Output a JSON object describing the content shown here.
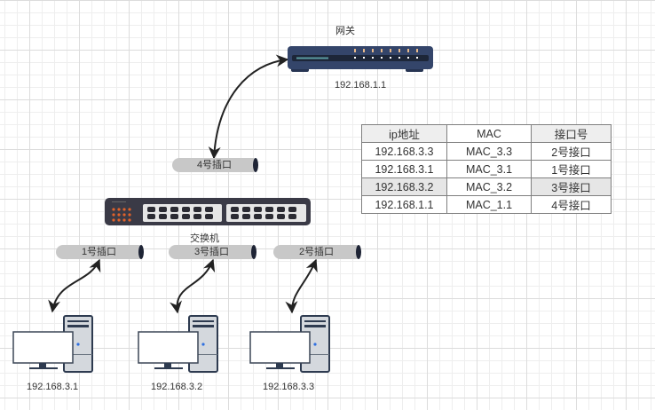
{
  "gateway": {
    "title": "网关",
    "ip": "192.168.1.1"
  },
  "switch": {
    "title": "交换机"
  },
  "uplink_port": {
    "label": "4号插口"
  },
  "ports": [
    {
      "label": "1号插口"
    },
    {
      "label": "3号插口"
    },
    {
      "label": "2号插口"
    }
  ],
  "computers": [
    {
      "ip": "192.168.3.1"
    },
    {
      "ip": "192.168.3.2"
    },
    {
      "ip": "192.168.3.3"
    }
  ],
  "mac_table": {
    "headers": [
      "ip地址",
      "MAC",
      "接口号"
    ],
    "rows": [
      [
        "192.168.3.3",
        "MAC_3.3",
        "2号接口"
      ],
      [
        "192.168.3.1",
        "MAC_3.1",
        "1号接口"
      ],
      [
        "192.168.3.2",
        "MAC_3.2",
        "3号接口"
      ],
      [
        "192.168.1.1",
        "MAC_1.1",
        "4号接口"
      ]
    ]
  },
  "colors": {
    "device_navy": "#2f3d5c",
    "switch_body": "#3a3a46",
    "led_orange": "#e0622a",
    "port_gray": "#c8c8c8",
    "arrow": "#222222"
  }
}
